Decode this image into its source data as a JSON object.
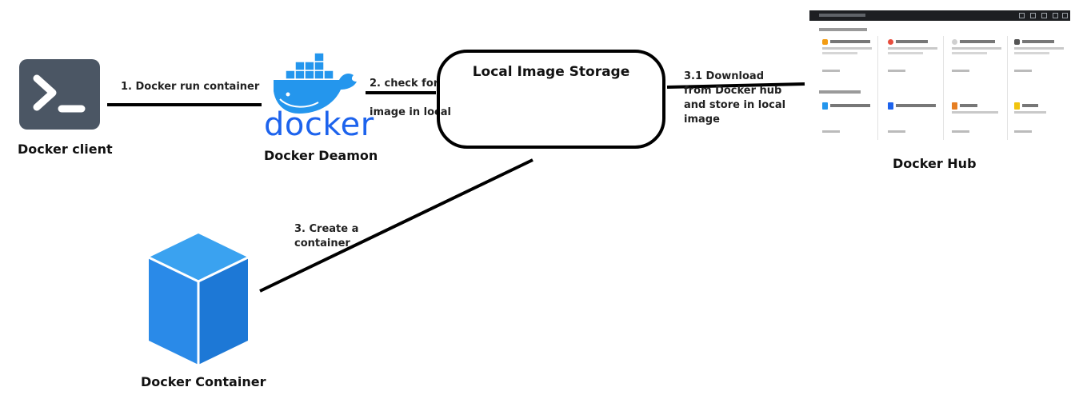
{
  "nodes": {
    "client": {
      "label": "Docker client"
    },
    "daemon": {
      "label": "Docker Deamon",
      "logo_text": "docker"
    },
    "storage": {
      "label": "Local Image Storage"
    },
    "hub": {
      "label": "Docker Hub"
    },
    "container": {
      "label": "Docker Container"
    }
  },
  "edges": {
    "run": {
      "label": "1. Docker run container"
    },
    "check": {
      "line1": "2. check for",
      "line2": "image in local"
    },
    "download": {
      "line1": "3.1 Download",
      "line2": "from Docker hub",
      "line3": "and store in local",
      "line4": "image"
    },
    "create": {
      "line1": "3. Create a",
      "line2": "container"
    }
  },
  "colors": {
    "terminal_bg": "#4b5664",
    "docker_blue": "#1d63ed",
    "whale_blue": "#2496ed",
    "cube_top": "#3aa2f0",
    "cube_left": "#2a8ae8",
    "cube_right": "#1d78d6",
    "line": "#000000"
  }
}
